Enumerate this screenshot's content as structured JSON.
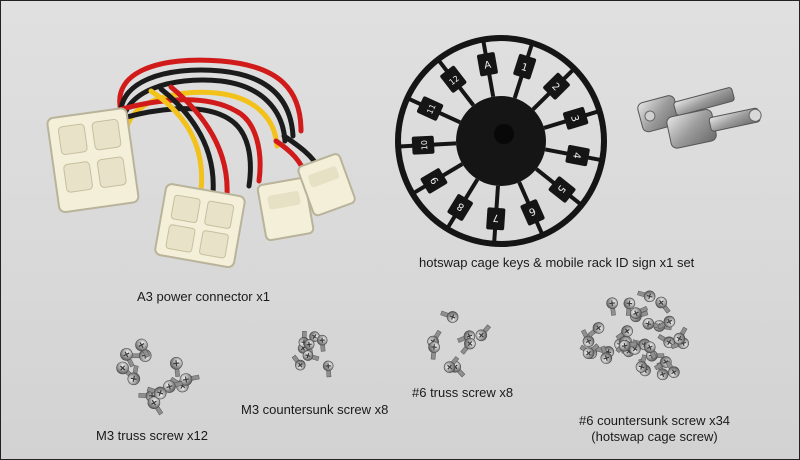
{
  "captions": {
    "power_connector": "A3 power connector x1",
    "keys_and_sign": "hotswap cage keys & mobile rack ID sign x1 set",
    "m3_truss": "M3 truss screw x12",
    "m3_countersunk": "M3 countersunk screw x8",
    "n6_truss": "#6 truss screw x8",
    "n6_countersunk_line1": "#6 countersunk screw x34",
    "n6_countersunk_line2": "(hotswap cage screw)"
  },
  "id_sign_labels": [
    "1",
    "2",
    "3",
    "4",
    "5",
    "6",
    "7",
    "8",
    "9",
    "10",
    "11",
    "12",
    "A"
  ],
  "colors": {
    "background": "#dadada",
    "wire_red": "#d11a1a",
    "wire_black": "#1b1b1b",
    "wire_yellow": "#f2c21a",
    "connector_white": "#f3efd9",
    "sign_black": "#151515",
    "key_metal": "#b8b8b8",
    "screw_metal": "#a9a9a9"
  }
}
